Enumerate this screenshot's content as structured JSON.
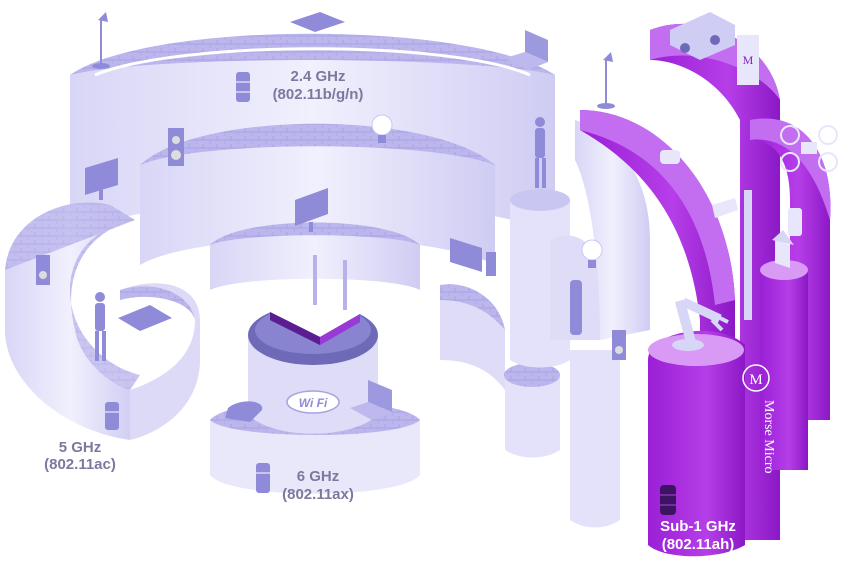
{
  "bands": {
    "b24": {
      "line1": "2.4 GHz",
      "line2": "(802.11b/g/n)"
    },
    "b5": {
      "line1": "5 GHz",
      "line2": "(802.11ac)"
    },
    "b6": {
      "line1": "6 GHz",
      "line2": "(802.11ax)"
    },
    "sub1": {
      "line1": "Sub-1 GHz",
      "line2": "(802.11ah)"
    }
  },
  "brand": {
    "name": "Morse Micro",
    "logo_letter": "M"
  },
  "wifi_badge": {
    "text": "Wi Fi"
  },
  "colors": {
    "wall_light": "#e7e6fb",
    "wall_mid": "#c9c7f1",
    "floor": "#b7b3ea",
    "purple": "#a92ee0",
    "purple_dark": "#8a1ec2",
    "purple_light": "#d79af2",
    "label": "#7b7a9e"
  },
  "icons": [
    "database-icon",
    "lamp-icon",
    "tablet-icon",
    "laptop-icon",
    "speaker-icon",
    "bulb-icon",
    "person-icon",
    "monitor-icon",
    "router-icon",
    "wifi-logo-icon",
    "car-icon",
    "charger-icon",
    "drone-icon",
    "camera-icon",
    "robot-arm-icon",
    "lantern-icon",
    "thermostat-icon",
    "sensor-icon"
  ]
}
